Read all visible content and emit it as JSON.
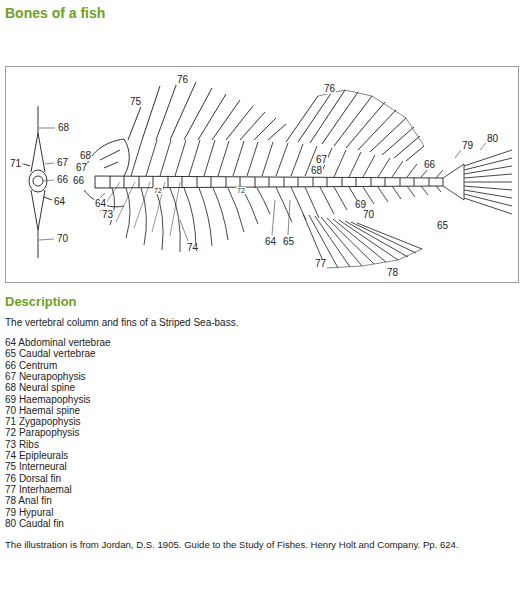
{
  "diagram": {
    "title": "Bones of a fish",
    "caption": "The vertebral column and fins of a Striped Sea-bass.",
    "labels": [
      "68",
      "71",
      "67",
      "66",
      "64",
      "70",
      "68",
      "67",
      "66",
      "64",
      "73",
      "75",
      "76",
      "74",
      "76",
      "67",
      "68",
      "72",
      "72",
      "64",
      "65",
      "69",
      "70",
      "66",
      "79",
      "80",
      "65",
      "77",
      "78",
      "Description",
      "64 Abdominal vertebrae",
      "65 Caudal vertebrae",
      "66 Centrum",
      "67 Neurapophysis",
      "68 Neural spine",
      "69 Haemapophysis",
      "70 Haemal spine",
      "71 Zygapophysis",
      "72 Parapophysis",
      "73 Ribs",
      "74 Epipleurals",
      "75 Interneural",
      "76 Dorsal fin",
      "77 Interhaemal",
      "78 Anal fin",
      "79 Hypural",
      "80 Caudal fin",
      "The illustration is from Jordan, D.S. 1905. Guide to the Study of Fishes. Henry Holt and Company. Pp. 624."
    ]
  }
}
